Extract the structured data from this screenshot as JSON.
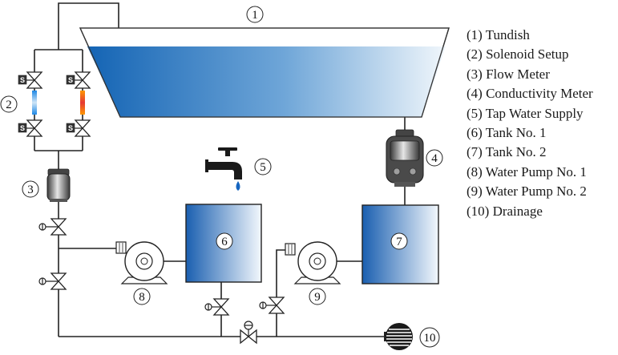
{
  "callouts": {
    "c1": "1",
    "c2": "2",
    "c3": "3",
    "c4": "4",
    "c5": "5",
    "c6": "6",
    "c7": "7",
    "c8": "8",
    "c9": "9",
    "c10": "10"
  },
  "solenoid_label": "S",
  "legend": [
    "(1) Tundish",
    "(2) Solenoid Setup",
    "(3) Flow Meter",
    "(4) Conductivity Meter",
    "(5) Tap Water Supply",
    "(6) Tank No. 1",
    "(7) Tank No. 2",
    "(8) Water Pump No. 1",
    "(9) Water Pump No. 2",
    "(10) Drainage"
  ],
  "colors": {
    "water_dark": "#1565c0",
    "water_light": "#eaf3fb",
    "hot_line": "#e53935",
    "cold_line": "#64b5f6",
    "pipe": "#222222"
  },
  "icons": {
    "tap": "faucet-icon",
    "drain": "drain-grate-icon",
    "valve": "valve-icon",
    "pump": "pump-icon",
    "meter": "meter-icon"
  }
}
